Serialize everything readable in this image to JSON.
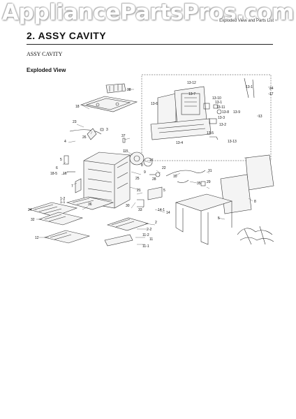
{
  "watermark": "AppliancePartsPros.com",
  "header_tag": "Exploded View and Parts List",
  "section_title": "2.  ASSY CAVITY",
  "subtitle": "ASSY CAVITY",
  "view_label": "Exploded View",
  "callouts": {
    "c38": "38",
    "c18": "18",
    "c23": "23",
    "c3": "3",
    "c4": "4",
    "c26": "26",
    "c37": "37",
    "c1": "1",
    "c15": "15",
    "c27": "27",
    "c8a": "8",
    "c5": "5",
    "c18_5": "18-5",
    "c16": "16",
    "c7": "7",
    "c6": "6",
    "c25": "25",
    "c21": "21",
    "c22": "22",
    "c28": "28",
    "c9": "9",
    "c10": "10",
    "c31": "31",
    "c35": "35",
    "c29": "29",
    "c30": "30",
    "c33": "33",
    "c14_1": "14-1",
    "c14": "14",
    "c2": "2",
    "c2_2": "2-2",
    "c11": "11",
    "c11_1": "11-1",
    "c11_2": "11-2",
    "c12": "12",
    "c24": "24",
    "c32": "32",
    "c36": "36",
    "c5b": "5",
    "c8": "8",
    "c34": "34",
    "c17": "17",
    "c13": "13",
    "c13_1": "13-1",
    "c13_2": "13-2",
    "c13_3": "13-3",
    "c13_4": "13-4",
    "c13_5": "13-5",
    "c13_6": "13-6",
    "c13_7": "13-7",
    "c13_8": "13-8",
    "c13_9": "13-9",
    "c13_10": "13-10",
    "c13_11": "13-11",
    "c13_12": "13-12",
    "c13_13": "13-13",
    "c1_1": "1-1",
    "c1_2": "1-2",
    "c5a": "5"
  }
}
